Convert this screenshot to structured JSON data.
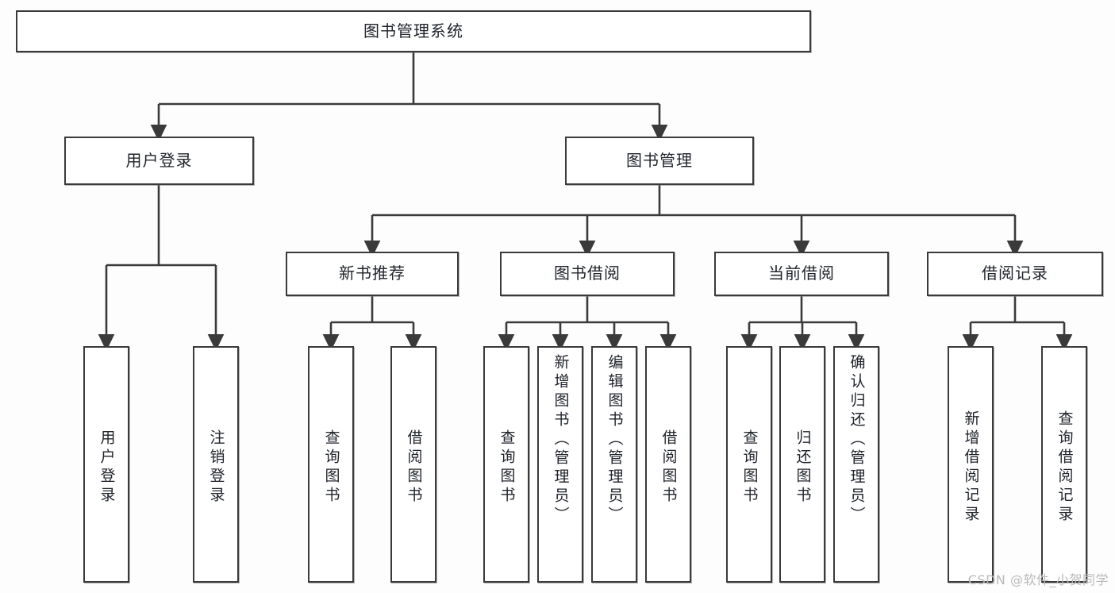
{
  "diagram": {
    "title": "图书管理系统",
    "watermark": "CSDN @软件_小贺同学",
    "colors": {
      "background": "#fdfdfd",
      "node_fill": "#ffffff",
      "stroke": "#3a3a3a",
      "text": "#20242b",
      "watermark": "#b9b9b9"
    },
    "root": {
      "label": "图书管理系统"
    },
    "tier1": [
      {
        "label": "用户登录"
      },
      {
        "label": "图书管理"
      }
    ],
    "tier2": [
      {
        "label": "新书推荐"
      },
      {
        "label": "图书借阅"
      },
      {
        "label": "当前借阅"
      },
      {
        "label": "借阅记录"
      }
    ],
    "leaves": {
      "user_login": [
        {
          "label": "用户登录"
        },
        {
          "label": "注销登录"
        }
      ],
      "new_book_recommend": [
        {
          "label": "查询图书"
        },
        {
          "label": "借阅图书"
        }
      ],
      "book_borrow": [
        {
          "label": "查询图书"
        },
        {
          "label": "新增图书（管理员）"
        },
        {
          "label": "编辑图书（管理员）"
        },
        {
          "label": "借阅图书"
        }
      ],
      "current_borrow": [
        {
          "label": "查询图书"
        },
        {
          "label": "归还图书"
        },
        {
          "label": "确认归还（管理员）"
        }
      ],
      "borrow_record": [
        {
          "label": "新增借阅记录"
        },
        {
          "label": "查询借阅记录"
        }
      ]
    }
  }
}
